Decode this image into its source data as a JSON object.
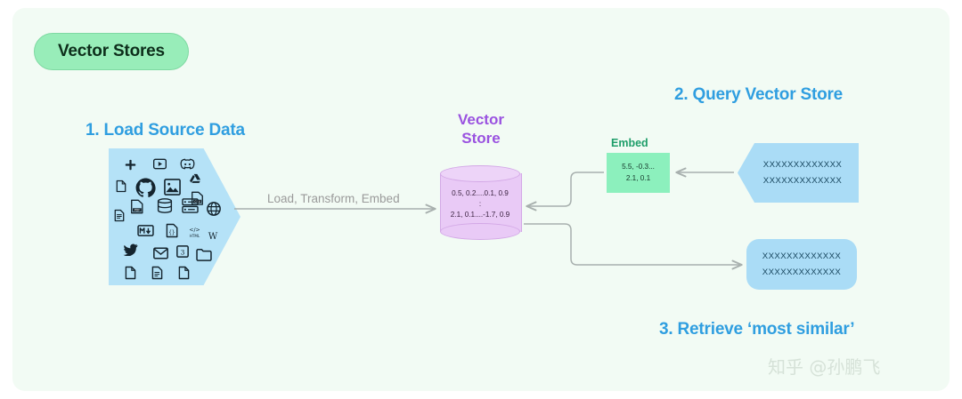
{
  "panel": {
    "title_pill": "Vector Stores"
  },
  "headings": {
    "load": "1. Load Source Data",
    "query": "2.  Query Vector Store",
    "retrieve": "3. Retrieve ‘most similar’"
  },
  "flow": {
    "transform_label": "Load, Transform, Embed"
  },
  "vector_store": {
    "title_line1": "Vector",
    "title_line2": "Store",
    "row1": "0.5, 0.2....0.1, 0.9",
    "row2": ":",
    "row3": "2.1, 0.1....-1.7, 0.9"
  },
  "embed": {
    "label": "Embed",
    "line1": "5.5, -0.3...",
    "line2": "2.1, 0.1"
  },
  "query_shape": {
    "line1": "XXXXXXXXXXXXX",
    "line2": "XXXXXXXXXXXXX"
  },
  "result_shape": {
    "line1": "XXXXXXXXXXXXX",
    "line2": "XXXXXXXXXXXXX"
  },
  "sources": {
    "icons": [
      {
        "name": "figma-icon",
        "glyph": "✚"
      },
      {
        "name": "youtube-icon",
        "glyph": "▶"
      },
      {
        "name": "discord-icon",
        "glyph": "◑"
      },
      {
        "name": "file-blank-icon",
        "glyph": "὜e"
      },
      {
        "name": "github-icon",
        "glyph": "●"
      },
      {
        "name": "image-icon",
        "glyph": "⛰"
      },
      {
        "name": "google-drive-icon",
        "glyph": "△"
      },
      {
        "name": "csv-file-icon",
        "glyph": "CSV"
      },
      {
        "name": "text-file-icon",
        "glyph": "≡"
      },
      {
        "name": "pdf-file-icon",
        "glyph": "PDF"
      },
      {
        "name": "database-icon",
        "glyph": "☷"
      },
      {
        "name": "server-icon",
        "glyph": "▤"
      },
      {
        "name": "globe-icon",
        "glyph": "⊕"
      },
      {
        "name": "markdown-icon",
        "glyph": "M↓"
      },
      {
        "name": "json-file-icon",
        "glyph": "{ }"
      },
      {
        "name": "html-icon",
        "glyph": "HTML"
      },
      {
        "name": "wikipedia-icon",
        "glyph": "W"
      },
      {
        "name": "twitter-icon",
        "glyph": "ᴠ"
      },
      {
        "name": "email-icon",
        "glyph": "✉"
      },
      {
        "name": "evernote-icon",
        "glyph": "3"
      },
      {
        "name": "folder-icon",
        "glyph": "὜0"
      },
      {
        "name": "doc-icon-1",
        "glyph": "὜b"
      },
      {
        "name": "doc-icon-2",
        "glyph": "὜e"
      },
      {
        "name": "doc-icon-3",
        "glyph": "὜b"
      }
    ]
  },
  "watermark": {
    "text": "知乎 @孙鹏飞"
  },
  "colors": {
    "panel_bg": "#f2fbf4",
    "pill_bg": "#98edb9",
    "heading_blue": "#2f9ee0",
    "hex_blue": "#b5e2f7",
    "cylinder_purple": "#e9caf6",
    "vector_title_purple": "#9a52e0",
    "embed_green": "#8cf0bd",
    "shape_blue": "#aadcf6",
    "connector_gray": "#a8b0ae"
  }
}
